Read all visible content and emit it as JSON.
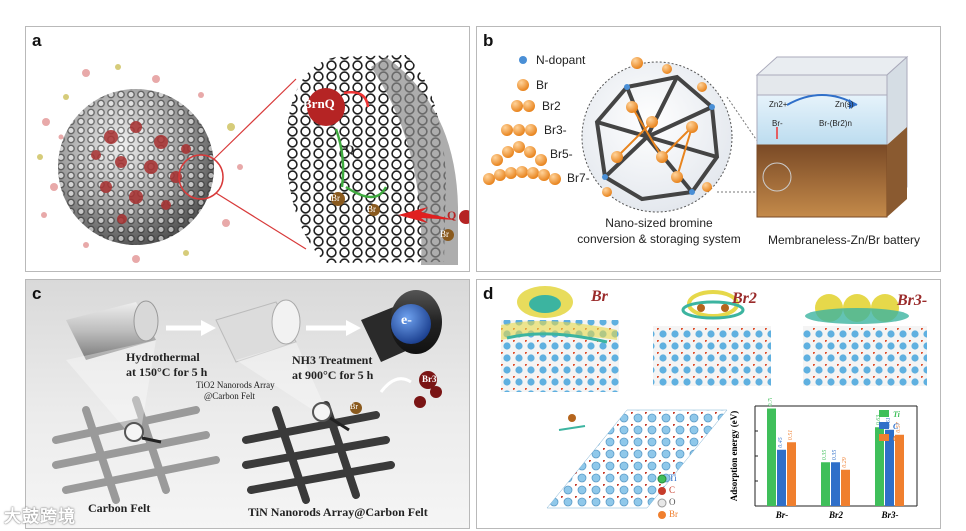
{
  "panels": {
    "a": {
      "label": "a",
      "br_cluster": "BrnQ",
      "q1": "Q",
      "q2": "Q",
      "br1": "Br",
      "br2": "Br",
      "br3": "Br"
    },
    "b": {
      "label": "b",
      "legend": [
        "N-dopant",
        "Br",
        "Br2",
        "Br3-",
        "Br5-",
        "Br7-"
      ],
      "caption_left": [
        "Nano-sized bromine",
        "conversion & storaging system"
      ],
      "caption_right": "Membraneless-Zn/Br battery",
      "zn_ion": "Zn2+",
      "zn_solid": "Zn(s)",
      "br_ion": "Br-",
      "br_complex": "Br-(Br2)n"
    },
    "c": {
      "label": "c",
      "step1": [
        "Hydrothermal",
        "at 150°C for 5 h"
      ],
      "step2": [
        "NH3 Treatment",
        "at 900°C for 5 h"
      ],
      "tio2": [
        "TiO2 Nanorods Array",
        "@Carbon Felt"
      ],
      "electron": "e-",
      "br3": "Br3",
      "br": "Br",
      "carbon_felt": "Carbon Felt",
      "tin": "TiN Nanorods Array@Carbon Felt"
    },
    "d": {
      "label": "d",
      "insets": [
        "Br",
        "Br2",
        "Br3-"
      ],
      "lattice_legend": [
        "Ti",
        "C",
        "O",
        "Br"
      ]
    }
  },
  "watermark": "大鼓跨境",
  "colors": {
    "ti": "#3fbf5a",
    "c": "#2f6fc9",
    "o": "#f07f2e",
    "br_orange": "#f29a2e",
    "cluster_red": "#b52424"
  },
  "chart_data": {
    "type": "bar",
    "categories": [
      "Br-",
      "Br2",
      "Br3-"
    ],
    "series": [
      {
        "name": "Ti",
        "values": [
          0.78,
          0.35,
          0.63
        ]
      },
      {
        "name": "C",
        "values": [
          0.45,
          0.35,
          0.61
        ]
      },
      {
        "name": "O",
        "values": [
          0.51,
          0.29,
          0.57
        ]
      }
    ],
    "value_labels": [
      [
        "0.78",
        "0.45",
        "0.51"
      ],
      [
        "0.35",
        "0.35",
        "0.29"
      ],
      [
        "0.63",
        "0.61",
        "0.57"
      ]
    ],
    "ylabel": "Adsorption energy (eV)",
    "ylim": [
      0,
      0.8
    ],
    "yticks": [
      "0.0",
      "0.2",
      "0.4",
      "0.6",
      "0.8"
    ]
  }
}
